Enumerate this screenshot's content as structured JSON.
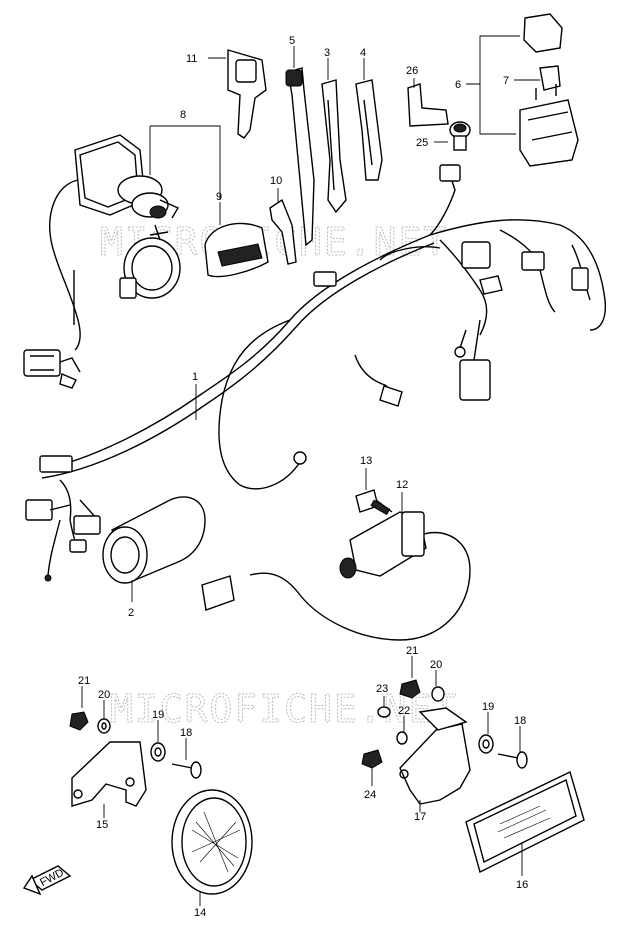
{
  "watermark": {
    "line1": "MICROFICHE.NET",
    "line2": "MICROFICHE.NET"
  },
  "fwd_label": "FWD",
  "callouts": {
    "c1": "1",
    "c2": "2",
    "c3": "3",
    "c4": "4",
    "c5": "5",
    "c6": "6",
    "c7": "7",
    "c8": "8",
    "c9": "9",
    "c10": "10",
    "c11": "11",
    "c12": "12",
    "c13": "13",
    "c14": "14",
    "c15": "15",
    "c16": "16",
    "c17": "17",
    "c18a": "18",
    "c18b": "18",
    "c19a": "19",
    "c19b": "19",
    "c20a": "20",
    "c20b": "20",
    "c21a": "21",
    "c21b": "21",
    "c22": "22",
    "c23": "23",
    "c24": "24",
    "c25": "25",
    "c26": "26"
  },
  "colors": {
    "line": "#000000",
    "watermark": "#bbbbbb",
    "background": "#ffffff"
  },
  "icons": [
    "ignition-switch",
    "key",
    "wiring-harness",
    "relay",
    "ignition-coil",
    "switch",
    "clamp",
    "lamp",
    "bracket",
    "reflector",
    "fwd-arrow"
  ]
}
